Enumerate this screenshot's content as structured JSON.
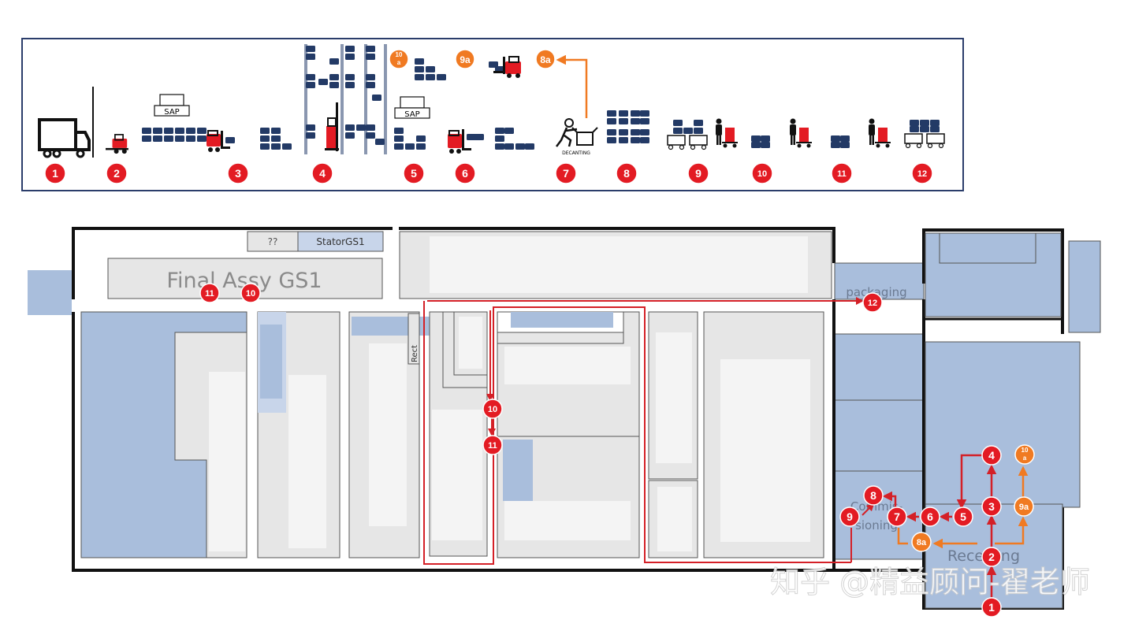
{
  "legend": {
    "sap_label_1": "SAP",
    "sap_label_2": "SAP",
    "decanting_label": "DECANTING",
    "steps": [
      "1",
      "2",
      "3",
      "4",
      "5",
      "6",
      "7",
      "8",
      "9",
      "10",
      "11",
      "12"
    ],
    "alt_steps": [
      "10a",
      "9a",
      "8a"
    ],
    "alt_10a_top": "10",
    "alt_10a_bottom": "a"
  },
  "floor": {
    "unknown_room": "??",
    "stator_room": "StatorGS1",
    "final_assy": "Final Assy GS1",
    "packaging": "packaging",
    "commissioning_1": "Commis-",
    "commissioning_2": "sioning",
    "receiving": "Receiving",
    "rect_label": "Rect",
    "markers": {
      "m11_assy": "11",
      "m10_assy": "10",
      "m12": "12",
      "m10_mid": "10",
      "m11_mid": "11",
      "m4": "4",
      "m10a_top": "10",
      "m10a_bottom": "a",
      "m3": "3",
      "m9a": "9a",
      "m5": "5",
      "m6": "6",
      "m7": "7",
      "m8": "8",
      "m9": "9",
      "m8a": "8a",
      "m2": "2",
      "m1": "1"
    }
  },
  "watermark": "知乎 @精益顾问-翟老师",
  "colors": {
    "red": "#e31b23",
    "orange": "#f07a22",
    "blue_fill": "#a9bedc",
    "gray_fill": "#e6e6e6",
    "light_fill": "#f4f4f4",
    "box_navy": "#233a66",
    "route_red": "#d42027"
  }
}
